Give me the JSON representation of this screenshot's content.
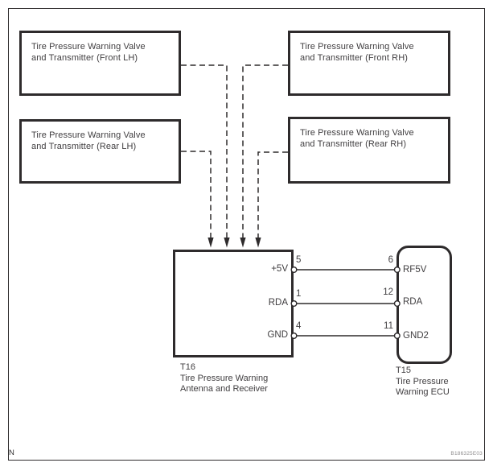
{
  "diagram": {
    "transmitters": [
      {
        "line1": "Tire Pressure Warning Valve",
        "line2": "and Transmitter (Front LH)"
      },
      {
        "line1": "Tire Pressure Warning Valve",
        "line2": "and Transmitter (Front RH)"
      },
      {
        "line1": "Tire Pressure Warning Valve",
        "line2": "and Transmitter (Rear LH)"
      },
      {
        "line1": "Tire Pressure Warning Valve",
        "line2": "and Transmitter (Rear RH)"
      }
    ],
    "receiver": {
      "code": "T16",
      "name_line1": "Tire Pressure Warning",
      "name_line2": "Antenna and Receiver",
      "pins": [
        {
          "label": "+5V",
          "number": "5"
        },
        {
          "label": "RDA",
          "number": "1"
        },
        {
          "label": "GND",
          "number": "4"
        }
      ]
    },
    "ecu": {
      "code": "T15",
      "name_line1": "Tire Pressure",
      "name_line2": "Warning ECU",
      "pins": [
        {
          "label": "RF5V",
          "number": "6"
        },
        {
          "label": "RDA",
          "number": "12"
        },
        {
          "label": "GND2",
          "number": "11"
        }
      ]
    },
    "footer": {
      "left_mark": "N",
      "figure_code": "B186325E03"
    },
    "colors": {
      "line": "#2e2b2c",
      "text": "#403e40",
      "background": "#ffffff"
    }
  }
}
